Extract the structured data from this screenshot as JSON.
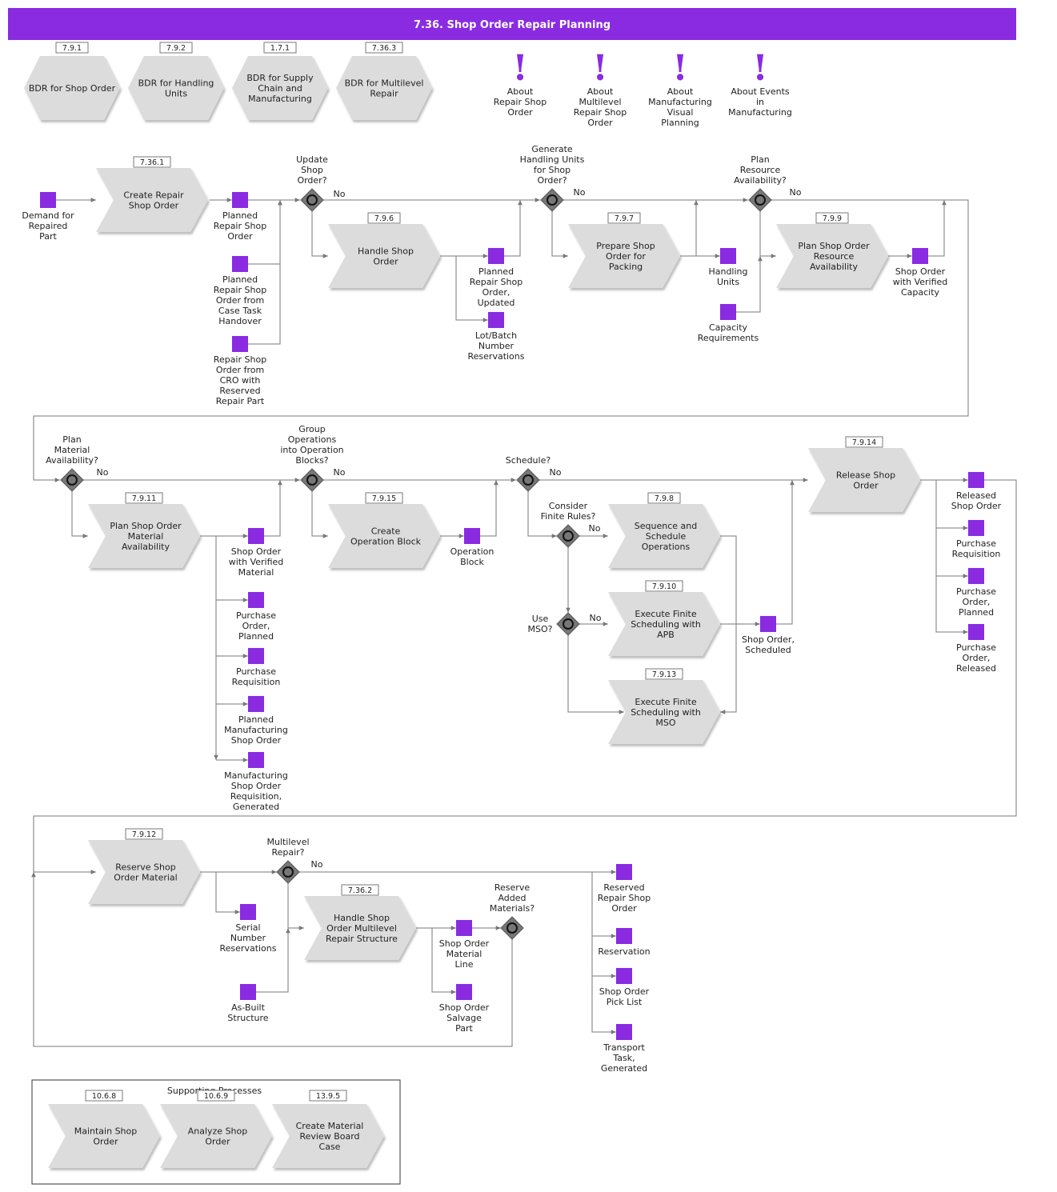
{
  "title": "7.36. Shop Order Repair Planning",
  "colors": {
    "header": "#8a2be2",
    "object": "#8a2be2",
    "shape": "#dcdcdc",
    "gateway": "#777777",
    "line": "#777777"
  },
  "bdr": [
    {
      "tag": "7.9.1",
      "label": "BDR for Shop Order"
    },
    {
      "tag": "7.9.2",
      "label": "BDR for Handling\nUnits"
    },
    {
      "tag": "1.7.1",
      "label": "BDR for Supply\nChain and\nManufacturing"
    },
    {
      "tag": "7.36.3",
      "label": "BDR for Multilevel\nRepair"
    }
  ],
  "about": [
    {
      "label": "About\nRepair Shop\nOrder"
    },
    {
      "label": "About\nMultilevel\nRepair Shop\nOrder"
    },
    {
      "label": "About\nManufacturing\nVisual\nPlanning"
    },
    {
      "label": "About Events\nin\nManufacturing"
    }
  ],
  "steps": [
    {
      "tag": "7.36.1",
      "label": "Create Repair\nShop Order"
    },
    {
      "tag": "7.9.6",
      "label": "Handle Shop\nOrder"
    },
    {
      "tag": "7.9.7",
      "label": "Prepare Shop\nOrder for\nPacking"
    },
    {
      "tag": "7.9.9",
      "label": "Plan Shop Order\nResource\nAvailability"
    },
    {
      "tag": "7.9.11",
      "label": "Plan Shop Order\nMaterial\nAvailability"
    },
    {
      "tag": "7.9.15",
      "label": "Create\nOperation Block"
    },
    {
      "tag": "7.9.8",
      "label": "Sequence and\nSchedule\nOperations"
    },
    {
      "tag": "7.9.10",
      "label": "Execute Finite\nScheduling with\nAPB"
    },
    {
      "tag": "7.9.13",
      "label": "Execute Finite\nScheduling with\nMSO"
    },
    {
      "tag": "7.9.14",
      "label": "Release Shop\nOrder"
    },
    {
      "tag": "7.9.12",
      "label": "Reserve Shop\nOrder Material"
    },
    {
      "tag": "7.36.2",
      "label": "Handle Shop\nOrder Multilevel\nRepair Structure"
    }
  ],
  "gateways": [
    {
      "label": "Update\nShop\nOrder?"
    },
    {
      "label": "Generate\nHandling Units\nfor Shop\nOrder?"
    },
    {
      "label": "Plan\nResource\nAvailability?"
    },
    {
      "label": "Plan\nMaterial\nAvailability?"
    },
    {
      "label": "Group\nOperations\ninto Operation\nBlocks?"
    },
    {
      "label": "Schedule?"
    },
    {
      "label": "Consider\nFinite Rules?"
    },
    {
      "label": "Use\nMSO?"
    },
    {
      "label": "Multilevel\nRepair?"
    },
    {
      "label": "Reserve\nAdded\nMaterials?"
    }
  ],
  "no_label": "No",
  "objects": [
    {
      "label": "Demand for\nRepaired\nPart"
    },
    {
      "label": "Planned\nRepair Shop\nOrder"
    },
    {
      "label": "Planned\nRepair Shop\nOrder from\nCase Task\nHandover"
    },
    {
      "label": "Repair Shop\nOrder from\nCRO with\nReserved\nRepair Part"
    },
    {
      "label": "Planned\nRepair Shop\nOrder,\nUpdated"
    },
    {
      "label": "Lot/Batch\nNumber\nReservations"
    },
    {
      "label": "Handling\nUnits"
    },
    {
      "label": "Capacity\nRequirements"
    },
    {
      "label": "Shop Order\nwith Verified\nCapacity"
    },
    {
      "label": "Shop Order\nwith Verified\nMaterial"
    },
    {
      "label": "Purchase\nOrder,\nPlanned"
    },
    {
      "label": "Purchase\nRequisition"
    },
    {
      "label": "Planned\nManufacturing\nShop Order"
    },
    {
      "label": "Manufacturing\nShop Order\nRequisition,\nGenerated"
    },
    {
      "label": "Operation\nBlock"
    },
    {
      "label": "Shop Order,\nScheduled"
    },
    {
      "label": "Released\nShop Order"
    },
    {
      "label": "Purchase\nRequisition"
    },
    {
      "label": "Purchase\nOrder,\nPlanned"
    },
    {
      "label": "Purchase\nOrder,\nReleased"
    },
    {
      "label": "Serial\nNumber\nReservations"
    },
    {
      "label": "As-Built\nStructure"
    },
    {
      "label": "Shop Order\nMaterial\nLine"
    },
    {
      "label": "Shop Order\nSalvage\nPart"
    },
    {
      "label": "Reserved\nRepair Shop\nOrder"
    },
    {
      "label": "Reservation"
    },
    {
      "label": "Shop Order\nPick List"
    },
    {
      "label": "Transport\nTask,\nGenerated"
    }
  ],
  "supporting": {
    "title": "Supporting Processes",
    "items": [
      {
        "tag": "10.6.8",
        "label": "Maintain Shop\nOrder"
      },
      {
        "tag": "10.6.9",
        "label": "Analyze Shop\nOrder"
      },
      {
        "tag": "13.9.5",
        "label": "Create Material\nReview Board\nCase"
      }
    ]
  }
}
